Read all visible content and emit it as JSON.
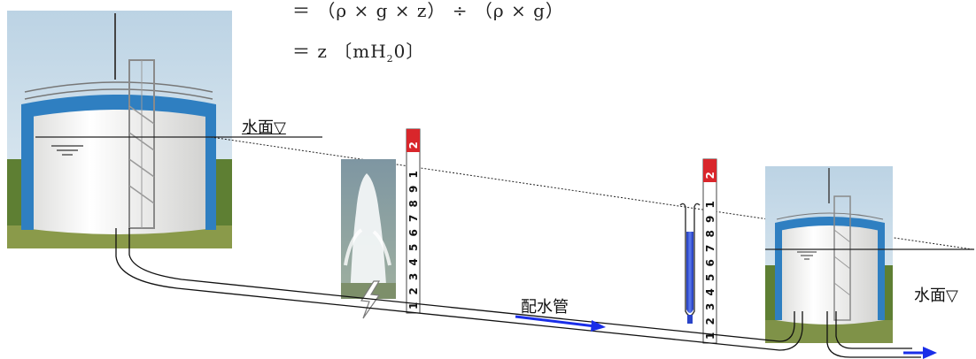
{
  "formula": {
    "line1": "＝ （ρ × g × z） ÷ （ρ × g）",
    "line2_prefix": "＝ z 〔mH",
    "line2_sub": "2",
    "line2_suffix": "0〕"
  },
  "labels": {
    "water_surface_left": "水面▽",
    "water_surface_right": "水面▽",
    "distribution_pipe": "配水管"
  },
  "gauge": {
    "digits": [
      "1",
      "2",
      "3",
      "4",
      "5",
      "6",
      "7",
      "8",
      "9",
      "1",
      "1",
      "2"
    ]
  },
  "colors": {
    "tank_wall": "#f2f2f0",
    "tank_band": "#2f7fc1",
    "ladder": "#9a9a9a",
    "sky": "#c8dbe8",
    "grass": "#6d8a3a",
    "gauge_red": "#d9262b",
    "flow_arrow": "#1a2ee8",
    "manometer_fill": "#3556d8",
    "fountain_bg": "#8da3ad"
  },
  "icons": [
    "lightning-crack-icon",
    "flow-arrow-icon",
    "water-level-symbol-icon"
  ]
}
